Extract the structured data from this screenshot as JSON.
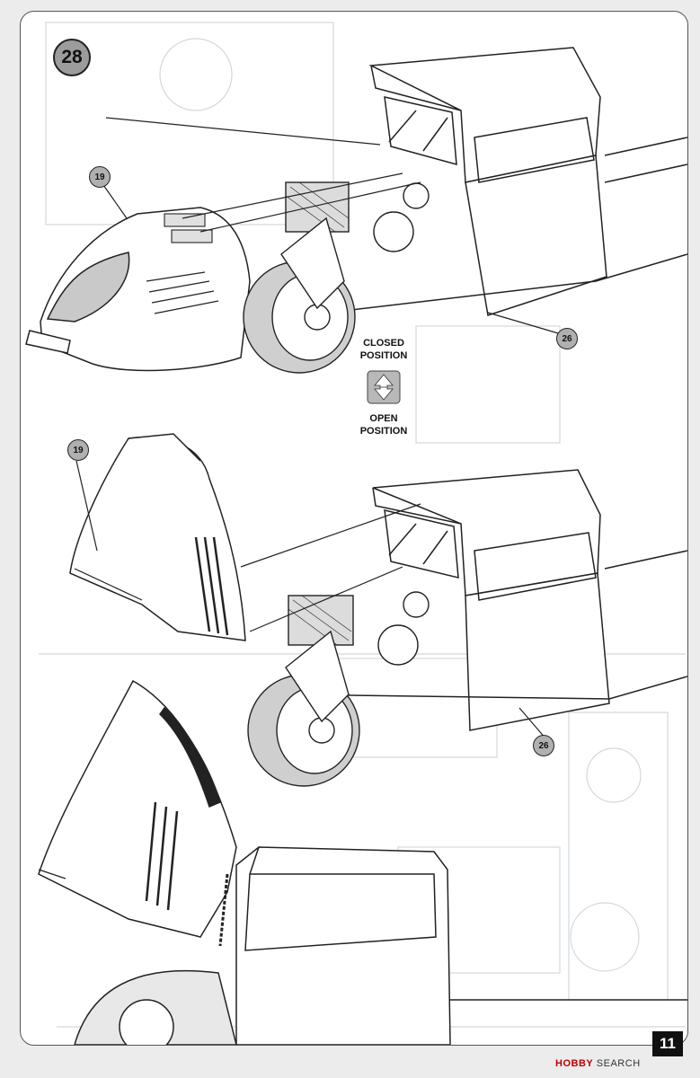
{
  "step": {
    "number": "28"
  },
  "callouts": {
    "top_hood": "19",
    "top_cab": "26",
    "mid_hood": "19",
    "mid_cab": "26"
  },
  "positions": {
    "closed_line1": "CLOSED",
    "closed_line2": "POSITION",
    "open_line1": "OPEN",
    "open_line2": "POSITION"
  },
  "icons": {
    "toggle": "up-down-arrow-icon"
  },
  "page": {
    "number": "11"
  },
  "watermark": {
    "brand": "HOBBY",
    "suffix": "SEARCH"
  },
  "colors": {
    "badge": "#9c9c9c",
    "line": "#222222",
    "ghost": "#d2d8de"
  }
}
